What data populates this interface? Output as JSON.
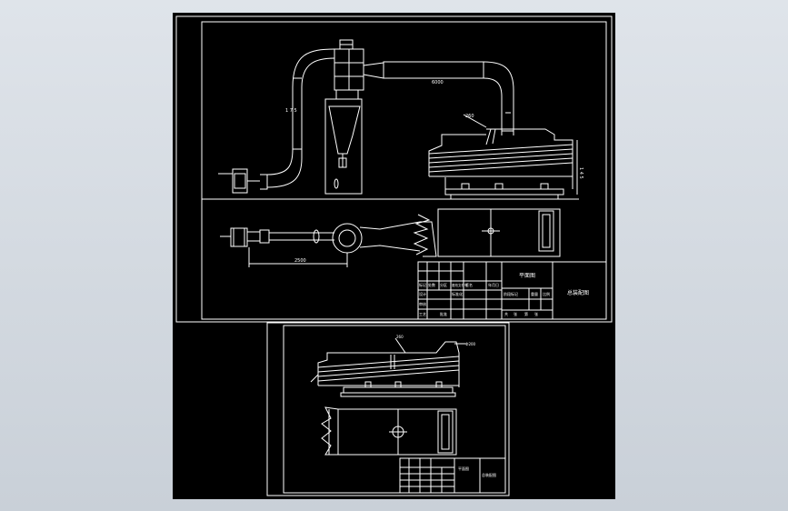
{
  "sheet1": {
    "dim_pipe_horizontal": "6000",
    "dim_riser": "1 7 5",
    "dim_dryer_tag": "260",
    "dim_height": "1 4 5",
    "dim_plan_run": "2500",
    "title_block": {
      "drawing_name": "总装配图",
      "title_main": "平面图",
      "row_labels": [
        "标记",
        "设计",
        "审核",
        "工艺"
      ],
      "col_headers": [
        "处数",
        "分区",
        "更改文件号",
        "签名",
        "年月日"
      ],
      "sub_labels": [
        "标准化",
        "批准"
      ],
      "stage_header": [
        "阶段标记",
        "重量",
        "比例"
      ],
      "sheet_info": [
        "共",
        "张",
        "第",
        "张"
      ]
    }
  },
  "sheet2": {
    "dim_dryer_tag": "260",
    "dim_inlet_tag": "Ф200",
    "title_block": {
      "drawing_name": "总装配图",
      "title_main": "平面图"
    }
  }
}
